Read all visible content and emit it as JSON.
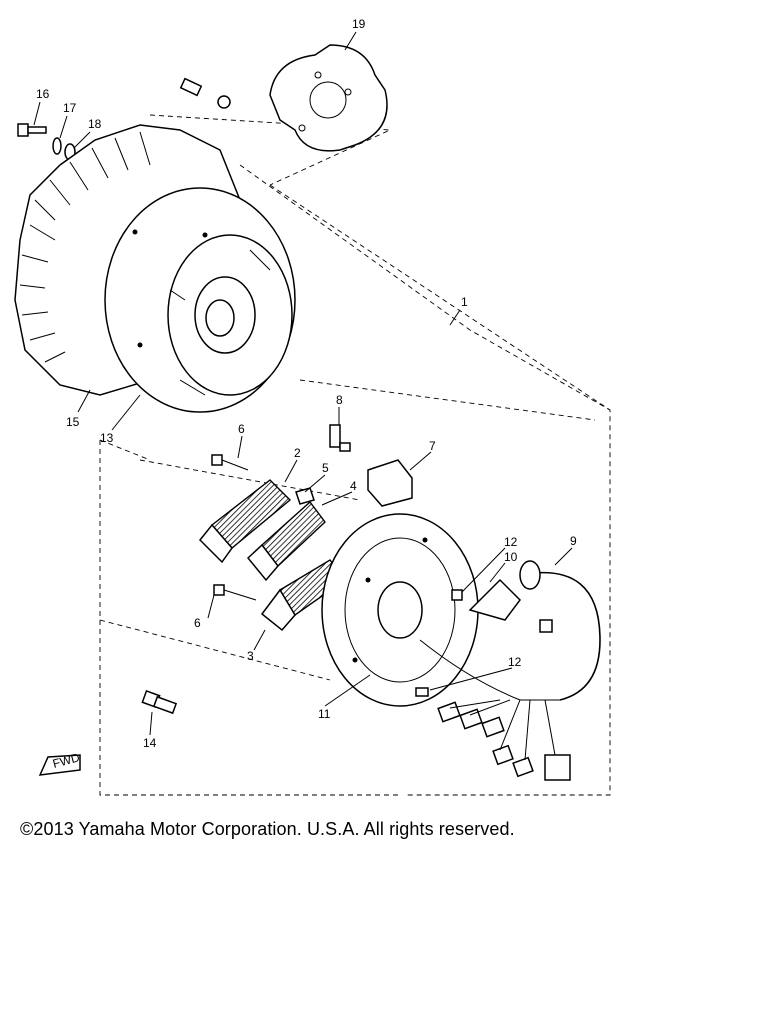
{
  "copyright": "©2013 Yamaha Motor Corporation. U.S.A. All rights reserved.",
  "fwd_label": "FWD",
  "callouts": [
    "19",
    "16",
    "17",
    "18",
    "1",
    "15",
    "13",
    "8",
    "6",
    "7",
    "2",
    "5",
    "4",
    "12",
    "10",
    "9",
    "6",
    "3",
    "12",
    "11",
    "14"
  ]
}
